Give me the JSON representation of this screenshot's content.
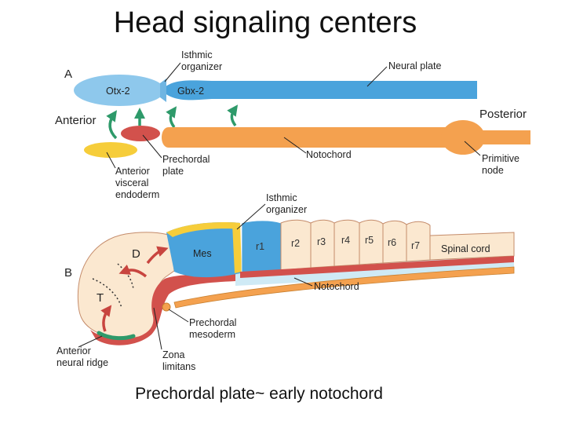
{
  "title": "Head signaling centers",
  "caption": "Prechordal plate~ early notochord",
  "panel_a": {
    "panel_letter": "A",
    "labels": {
      "isthmic_organizer": [
        "Isthmic",
        "organizer"
      ],
      "neural_plate": "Neural plate",
      "otx2": "Otx-2",
      "gbx2": "Gbx-2",
      "anterior": "Anterior",
      "posterior": "Posterior",
      "notochord": "Notochord",
      "prechordal_plate": [
        "Prechordal",
        "plate"
      ],
      "anterior_visceral_endoderm": [
        "Anterior",
        "visceral",
        "endoderm"
      ],
      "primitive_node": [
        "Primitive",
        "node"
      ]
    }
  },
  "panel_b": {
    "panel_letter": "B",
    "labels": {
      "isthmic_organizer": [
        "Isthmic",
        "organizer"
      ],
      "d": "D",
      "t": "T",
      "mes": "Mes",
      "rhombomeres": [
        "r1",
        "r2",
        "r3",
        "r4",
        "r5",
        "r6",
        "r7"
      ],
      "spinal_cord": "Spinal cord",
      "notochord": "Notochord",
      "prechordal_mesoderm": [
        "Prechordal",
        "mesoderm"
      ],
      "anterior_neural_ridge": [
        "Anterior",
        "neural ridge"
      ],
      "zona_limitans": [
        "Zona",
        "limitans"
      ]
    }
  },
  "colors": {
    "otx_blue": "#8ec8ec",
    "gbx_blue": "#4aa3dc",
    "notochord_orange": "#f4a14f",
    "prechordal_red": "#d2514c",
    "ave_yellow": "#f6cd3a",
    "arrow_green": "#2e9a6a",
    "brain_cream": "#fbe8d0"
  }
}
